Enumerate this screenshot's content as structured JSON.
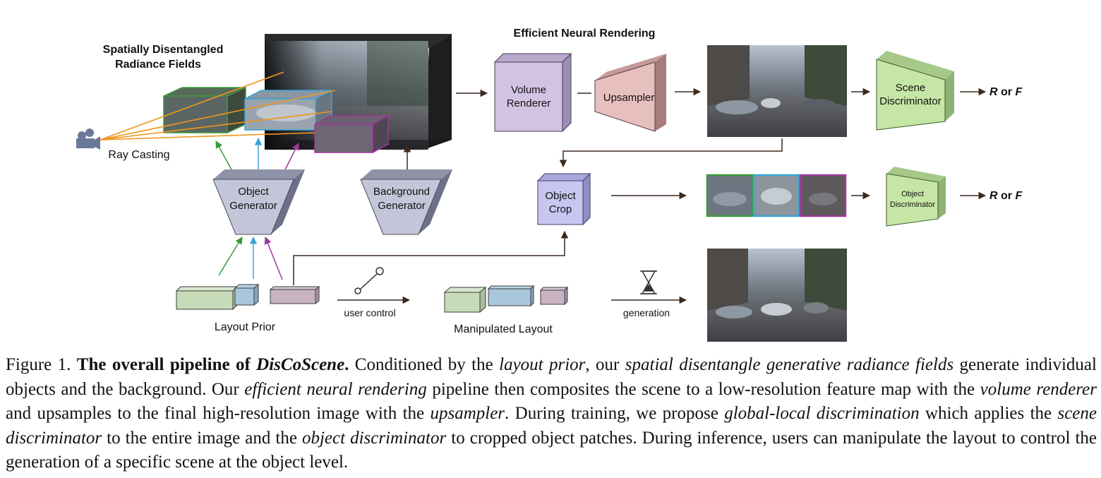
{
  "diagram": {
    "title_fields_line1": "Spatially Disentangled",
    "title_fields_line2": "Radiance Fields",
    "title_rendering": "Efficient Neural Rendering",
    "ray_casting": "Ray Casting",
    "object_generator_line1": "Object",
    "object_generator_line2": "Generator",
    "background_generator_line1": "Background",
    "background_generator_line2": "Generator",
    "volume_renderer_line1": "Volume",
    "volume_renderer_line2": "Renderer",
    "upsampler": "Upsampler",
    "scene_discriminator_line1": "Scene",
    "scene_discriminator_line2": "Discriminator",
    "object_crop_line1": "Object",
    "object_crop_line2": "Crop",
    "object_discriminator_line1": "Object",
    "object_discriminator_line2": "Discriminator",
    "output_scene_r": "R",
    "output_scene_or": " or ",
    "output_scene_f": "F",
    "output_object_r": "R",
    "output_object_or": " or ",
    "output_object_f": "F",
    "layout_prior": "Layout Prior",
    "user_control": "user control",
    "manipulated_layout": "Manipulated Layout",
    "generation": "generation"
  },
  "caption": {
    "prefix": "Figure 1. ",
    "bold_title": "The overall pipeline of ",
    "bold_italic_name": "DisCoScene",
    "bold_period": ".",
    "t1": " Conditioned by the ",
    "i1": "layout prior",
    "t2": ", our ",
    "i2": "spatial disentangle generative radiance fields",
    "t3": " generate individual objects and the background. Our ",
    "i3": "efficient neural rendering",
    "t4": " pipeline then composites the scene to a low-resolution feature map with the ",
    "i4": "volume renderer",
    "t5": " and upsamples to the final high-resolution image with the ",
    "i5": "upsampler",
    "t6": ". During training, we propose ",
    "i6": "global-local discrimination",
    "t7": " which applies the ",
    "i7": "scene discriminator",
    "t8": " to the entire image and the ",
    "i8": "object discriminator",
    "t9": " to cropped object patches. During inference, users can manipulate the layout to control the generation of a specific scene at the object level."
  },
  "colors": {
    "object_green": "#3a9a3a",
    "object_blue": "#3aa6d6",
    "object_purple": "#9a3a9a",
    "ray_orange": "#f0961e",
    "generator_fill": "#c3c6d8",
    "renderer_fill": "#d3c3e3",
    "upsampler_fill": "#e7bfbf",
    "discriminator_fill": "#c6e6a6",
    "crop_fill": "#c7c6f0"
  }
}
